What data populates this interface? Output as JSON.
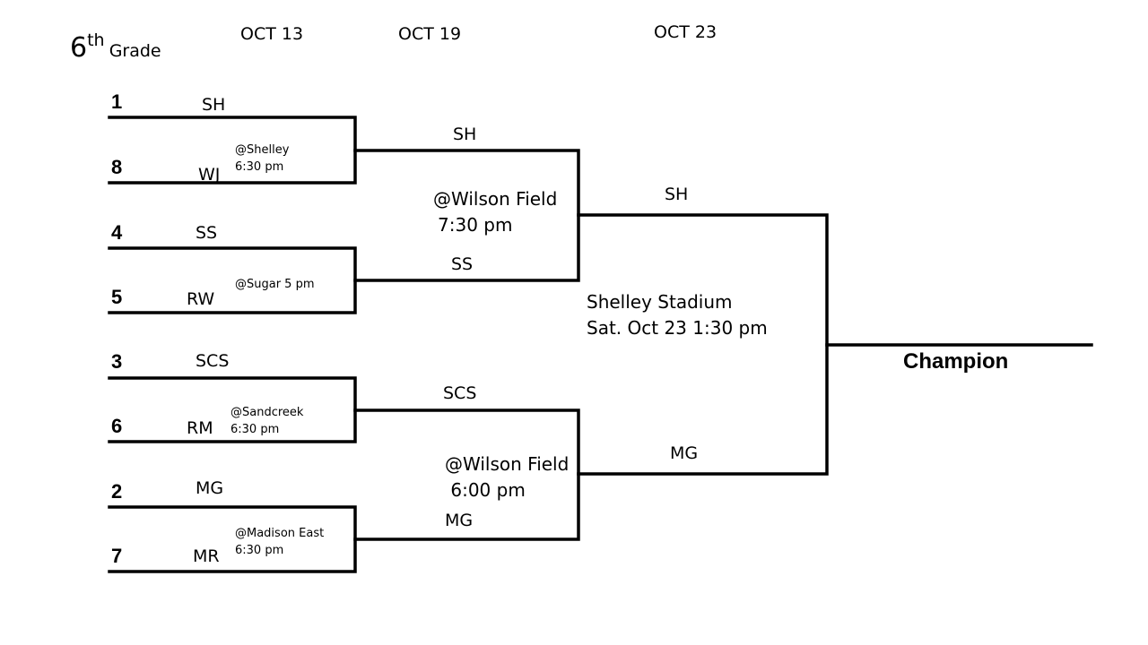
{
  "title": {
    "grade_number": "6",
    "grade_suffix": "th",
    "grade_label": "Grade"
  },
  "round_dates": [
    "OCT 13",
    "OCT 19",
    "OCT 23"
  ],
  "round1": {
    "matches": [
      {
        "top_seed": "1",
        "top_team": "SH",
        "bottom_seed": "8",
        "bottom_team": "WJ",
        "venue": [
          "@Shelley",
          "6:30 pm"
        ]
      },
      {
        "top_seed": "4",
        "top_team": "SS",
        "bottom_seed": "5",
        "bottom_team": "RW",
        "venue": [
          "@Sugar 5 pm"
        ]
      },
      {
        "top_seed": "3",
        "top_team": "SCS",
        "bottom_seed": "6",
        "bottom_team": "RM",
        "venue": [
          "@Sandcreek",
          "6:30 pm"
        ]
      },
      {
        "top_seed": "2",
        "top_team": "MG",
        "bottom_seed": "7",
        "bottom_team": "MR",
        "venue": [
          "@Madison East",
          "6:30 pm"
        ]
      }
    ]
  },
  "round2": {
    "matches": [
      {
        "top_team": "SH",
        "bottom_team": "SS",
        "venue": [
          "@Wilson Field",
          "7:30 pm"
        ]
      },
      {
        "top_team": "SCS",
        "bottom_team": "MG",
        "venue": [
          "@Wilson Field",
          " 6:00 pm"
        ]
      }
    ]
  },
  "final": {
    "top_team": "SH",
    "bottom_team": "MG",
    "venue": [
      "Shelley Stadium",
      "Sat. Oct 23 1:30 pm"
    ]
  },
  "champion_label": "Champion",
  "colors": {
    "line": "#000000",
    "background": "#ffffff"
  }
}
